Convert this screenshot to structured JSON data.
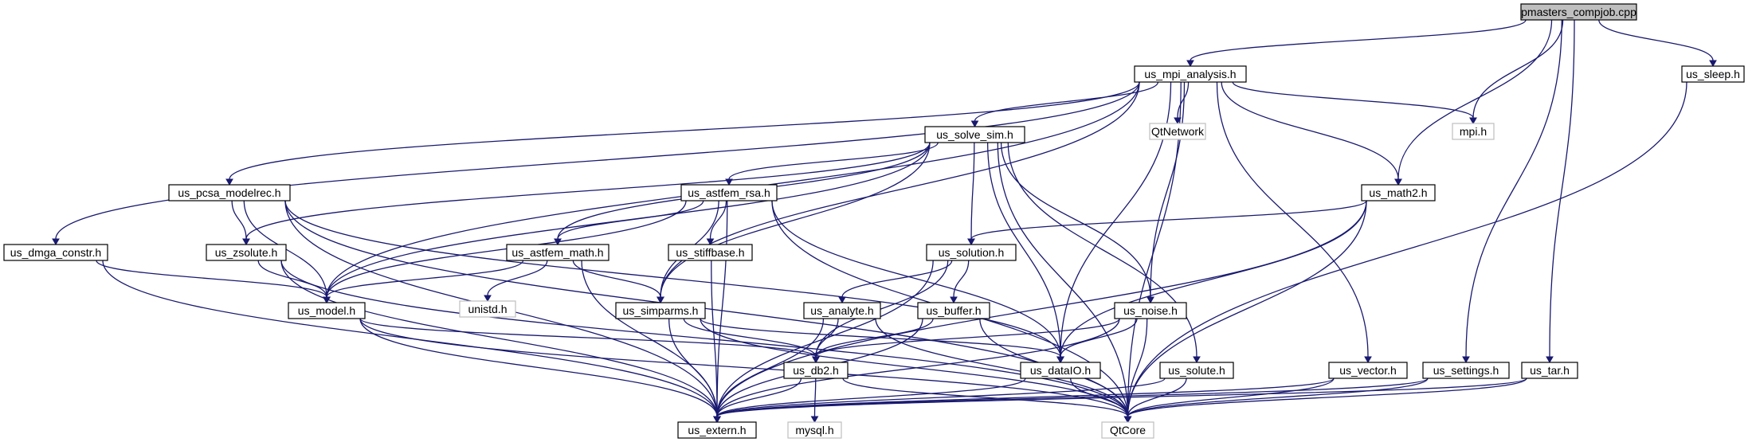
{
  "graph": {
    "nodes": [
      {
        "id": "pmasters",
        "label": "pmasters_compjob.cpp",
        "kind": "root"
      },
      {
        "id": "mpi_analysis",
        "label": "us_mpi_analysis.h",
        "kind": "normal"
      },
      {
        "id": "sleep",
        "label": "us_sleep.h",
        "kind": "normal"
      },
      {
        "id": "solve_sim",
        "label": "us_solve_sim.h",
        "kind": "normal"
      },
      {
        "id": "qtnetwork",
        "label": "QtNetwork",
        "kind": "external"
      },
      {
        "id": "mpi",
        "label": "mpi.h",
        "kind": "external"
      },
      {
        "id": "pcsa",
        "label": "us_pcsa_modelrec.h",
        "kind": "normal"
      },
      {
        "id": "astfem_rsa",
        "label": "us_astfem_rsa.h",
        "kind": "normal"
      },
      {
        "id": "math2",
        "label": "us_math2.h",
        "kind": "normal"
      },
      {
        "id": "dmga",
        "label": "us_dmga_constr.h",
        "kind": "normal"
      },
      {
        "id": "zsolute",
        "label": "us_zsolute.h",
        "kind": "normal"
      },
      {
        "id": "astfem_math",
        "label": "us_astfem_math.h",
        "kind": "normal"
      },
      {
        "id": "stiffbase",
        "label": "us_stiffbase.h",
        "kind": "normal"
      },
      {
        "id": "solution",
        "label": "us_solution.h",
        "kind": "normal"
      },
      {
        "id": "unistd",
        "label": "unistd.h",
        "kind": "external"
      },
      {
        "id": "model",
        "label": "us_model.h",
        "kind": "normal"
      },
      {
        "id": "simparms",
        "label": "us_simparms.h",
        "kind": "normal"
      },
      {
        "id": "analyte",
        "label": "us_analyte.h",
        "kind": "normal"
      },
      {
        "id": "buffer",
        "label": "us_buffer.h",
        "kind": "normal"
      },
      {
        "id": "noise",
        "label": "us_noise.h",
        "kind": "normal"
      },
      {
        "id": "db2",
        "label": "us_db2.h",
        "kind": "normal"
      },
      {
        "id": "dataio",
        "label": "us_dataIO.h",
        "kind": "normal"
      },
      {
        "id": "solute",
        "label": "us_solute.h",
        "kind": "normal"
      },
      {
        "id": "vector",
        "label": "us_vector.h",
        "kind": "normal"
      },
      {
        "id": "settings",
        "label": "us_settings.h",
        "kind": "normal"
      },
      {
        "id": "tar",
        "label": "us_tar.h",
        "kind": "normal"
      },
      {
        "id": "extern",
        "label": "us_extern.h",
        "kind": "normal"
      },
      {
        "id": "mysql",
        "label": "mysql.h",
        "kind": "external"
      },
      {
        "id": "qtcore",
        "label": "QtCore",
        "kind": "external"
      }
    ],
    "edges": [
      [
        "pmasters",
        "mpi_analysis"
      ],
      [
        "pmasters",
        "sleep"
      ],
      [
        "pmasters",
        "mpi"
      ],
      [
        "pmasters",
        "math2"
      ],
      [
        "pmasters",
        "settings"
      ],
      [
        "pmasters",
        "tar"
      ],
      [
        "mpi_analysis",
        "solve_sim"
      ],
      [
        "mpi_analysis",
        "qtnetwork"
      ],
      [
        "mpi_analysis",
        "mpi"
      ],
      [
        "mpi_analysis",
        "pcsa"
      ],
      [
        "mpi_analysis",
        "dmga"
      ],
      [
        "mpi_analysis",
        "model"
      ],
      [
        "mpi_analysis",
        "simparms"
      ],
      [
        "mpi_analysis",
        "noise"
      ],
      [
        "mpi_analysis",
        "dataio"
      ],
      [
        "mpi_analysis",
        "vector"
      ],
      [
        "mpi_analysis",
        "math2"
      ],
      [
        "mpi_analysis",
        "qtcore"
      ],
      [
        "sleep",
        "qtcore"
      ],
      [
        "solve_sim",
        "astfem_rsa"
      ],
      [
        "solve_sim",
        "zsolute"
      ],
      [
        "solve_sim",
        "model"
      ],
      [
        "solve_sim",
        "astfem_math"
      ],
      [
        "solve_sim",
        "simparms"
      ],
      [
        "solve_sim",
        "solution"
      ],
      [
        "solve_sim",
        "dataio"
      ],
      [
        "solve_sim",
        "noise"
      ],
      [
        "solve_sim",
        "solute"
      ],
      [
        "solve_sim",
        "qtcore"
      ],
      [
        "pcsa",
        "zsolute"
      ],
      [
        "pcsa",
        "model"
      ],
      [
        "pcsa",
        "extern"
      ],
      [
        "pcsa",
        "qtcore"
      ],
      [
        "pcsa",
        "dataio"
      ],
      [
        "astfem_rsa",
        "astfem_math"
      ],
      [
        "astfem_rsa",
        "stiffbase"
      ],
      [
        "astfem_rsa",
        "model"
      ],
      [
        "astfem_rsa",
        "simparms"
      ],
      [
        "astfem_rsa",
        "extern"
      ],
      [
        "astfem_rsa",
        "dataio"
      ],
      [
        "astfem_rsa",
        "qtcore"
      ],
      [
        "math2",
        "solution"
      ],
      [
        "math2",
        "dataio"
      ],
      [
        "math2",
        "extern"
      ],
      [
        "math2",
        "qtcore"
      ],
      [
        "dmga",
        "model"
      ],
      [
        "dmga",
        "extern"
      ],
      [
        "zsolute",
        "model"
      ],
      [
        "zsolute",
        "extern"
      ],
      [
        "zsolute",
        "qtcore"
      ],
      [
        "astfem_math",
        "model"
      ],
      [
        "astfem_math",
        "unistd"
      ],
      [
        "astfem_math",
        "simparms"
      ],
      [
        "astfem_math",
        "extern"
      ],
      [
        "stiffbase",
        "extern"
      ],
      [
        "solution",
        "analyte"
      ],
      [
        "solution",
        "buffer"
      ],
      [
        "solution",
        "db2"
      ],
      [
        "solution",
        "extern"
      ],
      [
        "model",
        "db2"
      ],
      [
        "model",
        "extern"
      ],
      [
        "model",
        "qtcore"
      ],
      [
        "simparms",
        "db2"
      ],
      [
        "simparms",
        "dataio"
      ],
      [
        "simparms",
        "extern"
      ],
      [
        "simparms",
        "qtcore"
      ],
      [
        "analyte",
        "db2"
      ],
      [
        "analyte",
        "extern"
      ],
      [
        "analyte",
        "qtcore"
      ],
      [
        "buffer",
        "db2"
      ],
      [
        "buffer",
        "extern"
      ],
      [
        "buffer",
        "qtcore"
      ],
      [
        "noise",
        "db2"
      ],
      [
        "noise",
        "dataio"
      ],
      [
        "noise",
        "extern"
      ],
      [
        "noise",
        "qtcore"
      ],
      [
        "db2",
        "mysql"
      ],
      [
        "db2",
        "extern"
      ],
      [
        "db2",
        "qtcore"
      ],
      [
        "dataio",
        "extern"
      ],
      [
        "dataio",
        "qtcore"
      ],
      [
        "solute",
        "extern"
      ],
      [
        "solute",
        "qtcore"
      ],
      [
        "vector",
        "extern"
      ],
      [
        "vector",
        "qtcore"
      ],
      [
        "settings",
        "extern"
      ],
      [
        "settings",
        "qtcore"
      ],
      [
        "tar",
        "extern"
      ],
      [
        "tar",
        "qtcore"
      ]
    ]
  }
}
